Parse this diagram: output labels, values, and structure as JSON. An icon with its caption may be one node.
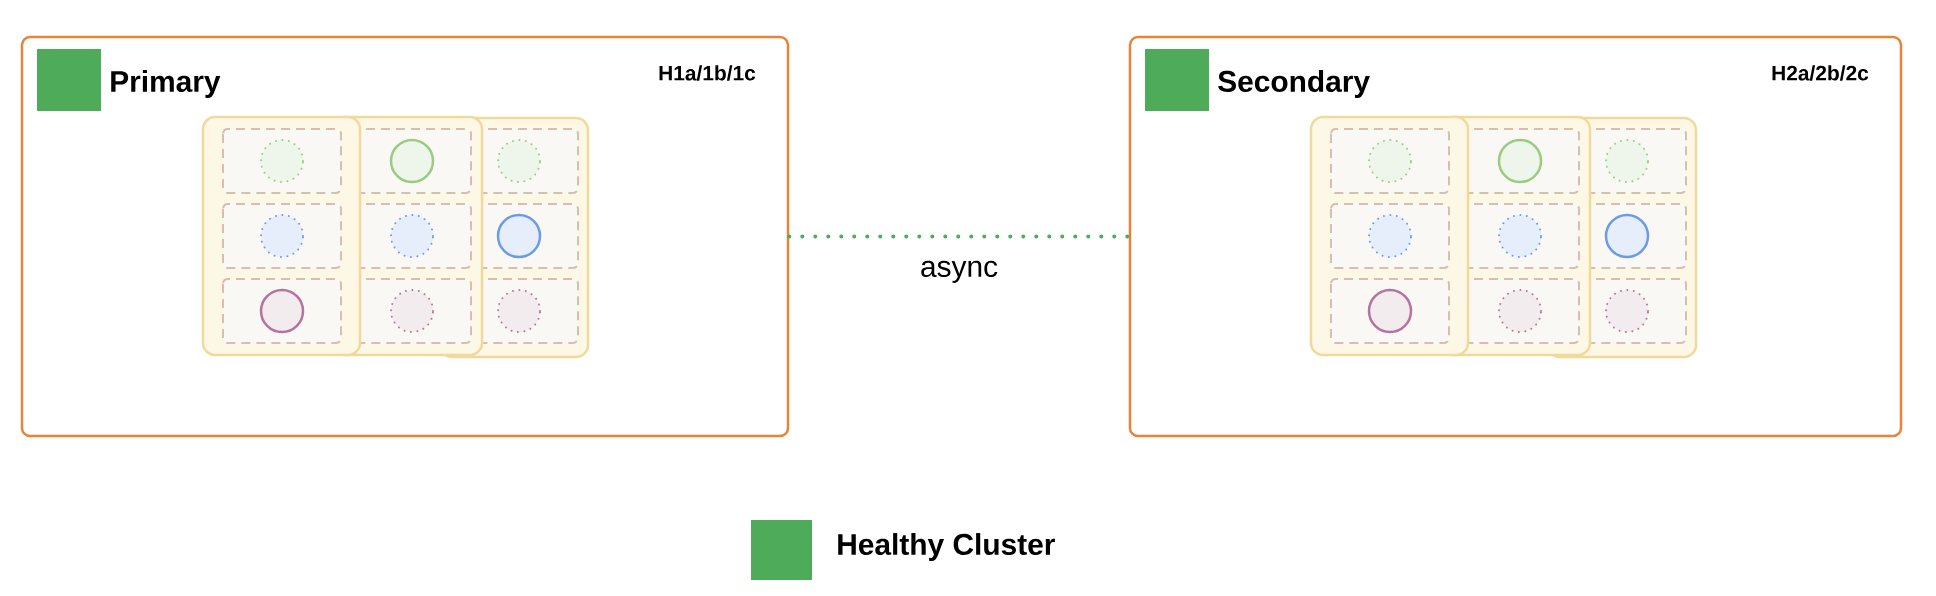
{
  "diagram": {
    "nodes": [
      {
        "text": [
          "Primary",
          "H1a/1b/1c"
        ]
      },
      {
        "text": [
          "Secondary",
          "H2a/2b/2c"
        ]
      }
    ],
    "edges": [
      {
        "from": 0,
        "to": 1,
        "arrow": "none",
        "label": "async"
      }
    ],
    "legend": [
      {
        "text": "Healthy Cluster",
        "color": "#4eab5a"
      }
    ]
  }
}
